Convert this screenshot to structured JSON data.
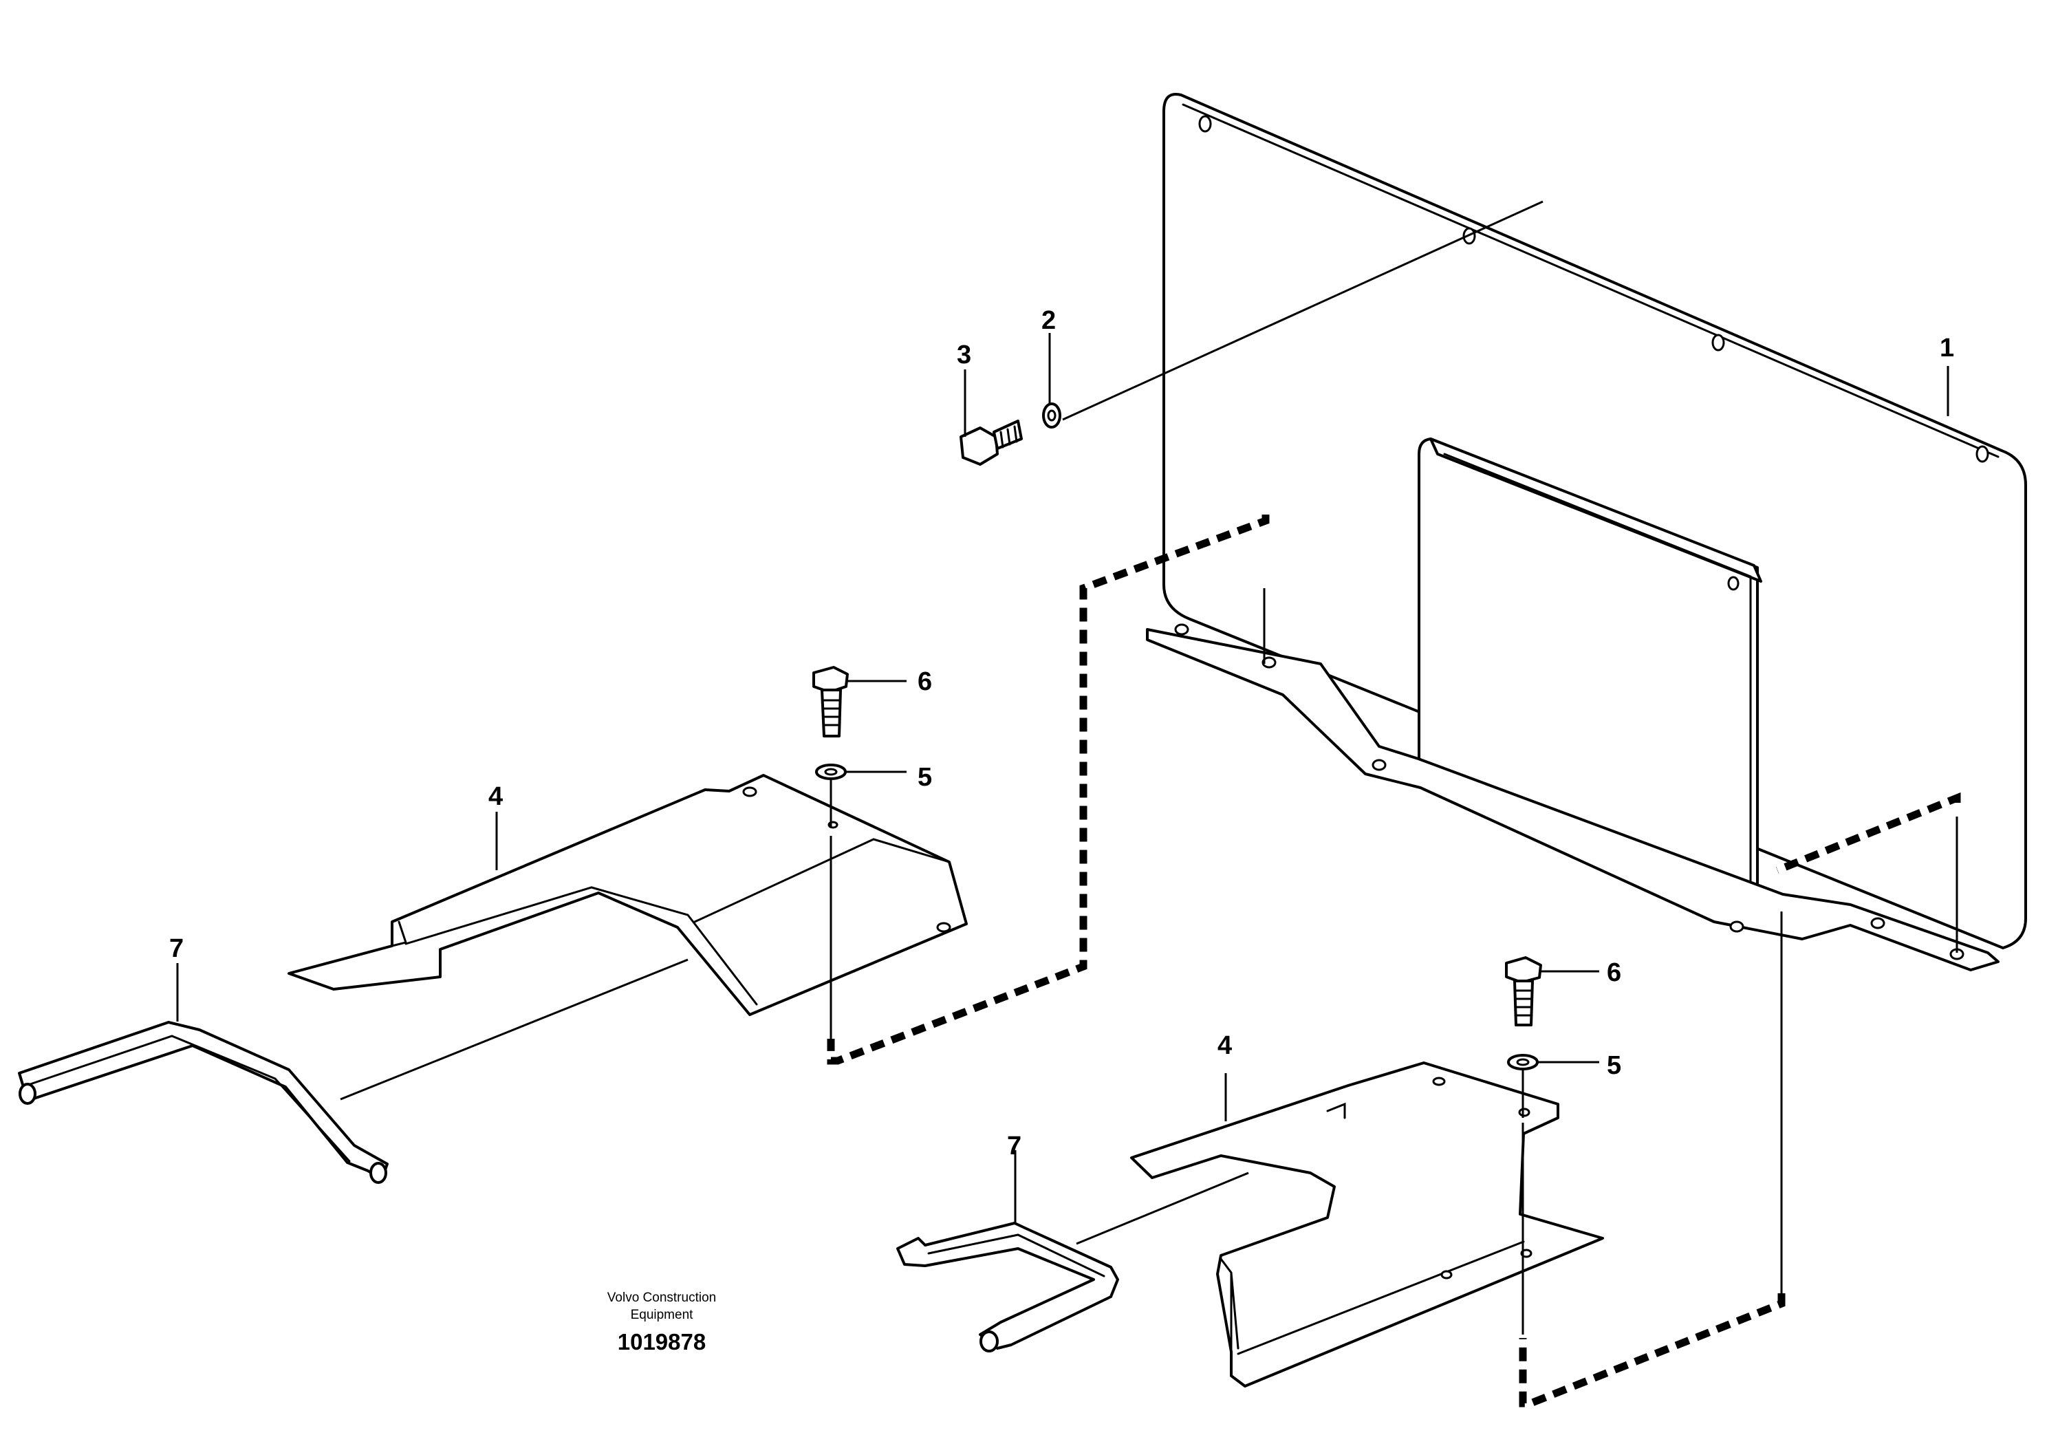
{
  "callouts": {
    "c1": "1",
    "c2": "2",
    "c3": "3",
    "c4_upper": "4",
    "c4_lower": "4",
    "c5_upper": "5",
    "c5_lower": "5",
    "c6_upper": "6",
    "c6_lower": "6",
    "c7_left": "7",
    "c7_lower": "7"
  },
  "footer": {
    "company_line1": "Volvo Construction",
    "company_line2": "Equipment",
    "drawing_number": "1019878"
  }
}
